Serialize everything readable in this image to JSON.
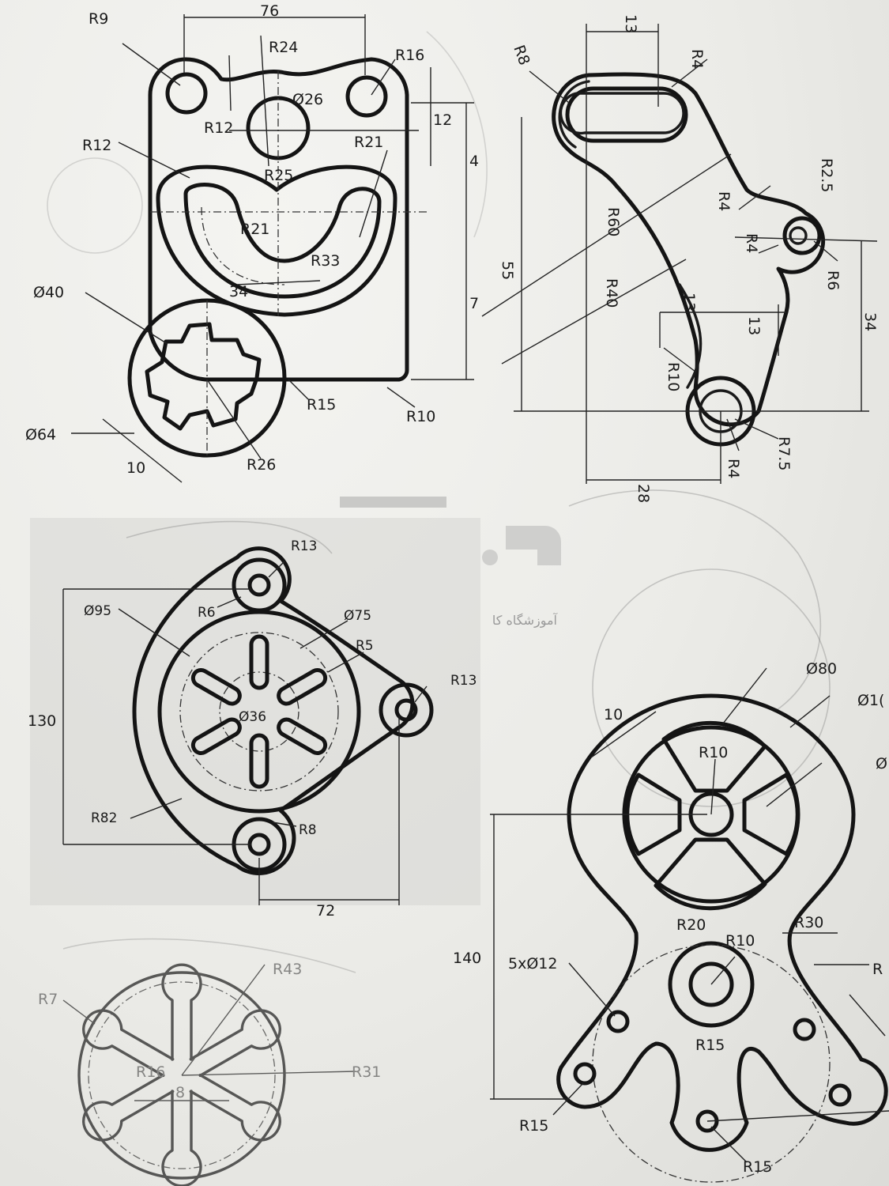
{
  "drawing1": {
    "labels": [
      "R9",
      "76",
      "R24",
      "R16",
      "Ø26",
      "R12",
      "12",
      "R12",
      "R21",
      "4",
      "R25",
      "R21",
      "R33",
      "34",
      "Ø40",
      "7",
      "R15",
      "R10",
      "Ø64",
      "10",
      "R26"
    ]
  },
  "drawing2": {
    "labels": [
      "13",
      "R8",
      "R4",
      "R2.5",
      "R4",
      "R4",
      "R6",
      "R60",
      "55",
      "R40",
      "13",
      "13",
      "34",
      "R10",
      "R7.5",
      "R4",
      "28"
    ]
  },
  "drawing3": {
    "labels": [
      "R13",
      "Ø95",
      "R6",
      "Ø75",
      "R5",
      "R13",
      "130",
      "Ø36",
      "R82",
      "R8",
      "72"
    ]
  },
  "drawing4": {
    "labels": [
      "R7",
      "R43",
      "R16",
      "R31",
      "8"
    ]
  },
  "drawing5": {
    "labels": [
      "Ø80",
      "10",
      "Ø1(",
      "R10",
      "Ø",
      "140",
      "R20",
      "R30",
      "R10",
      "5xØ12",
      "R",
      "R15",
      "R15",
      "R15"
    ]
  },
  "watermark": {
    "text": "آموزشگاه کا"
  }
}
